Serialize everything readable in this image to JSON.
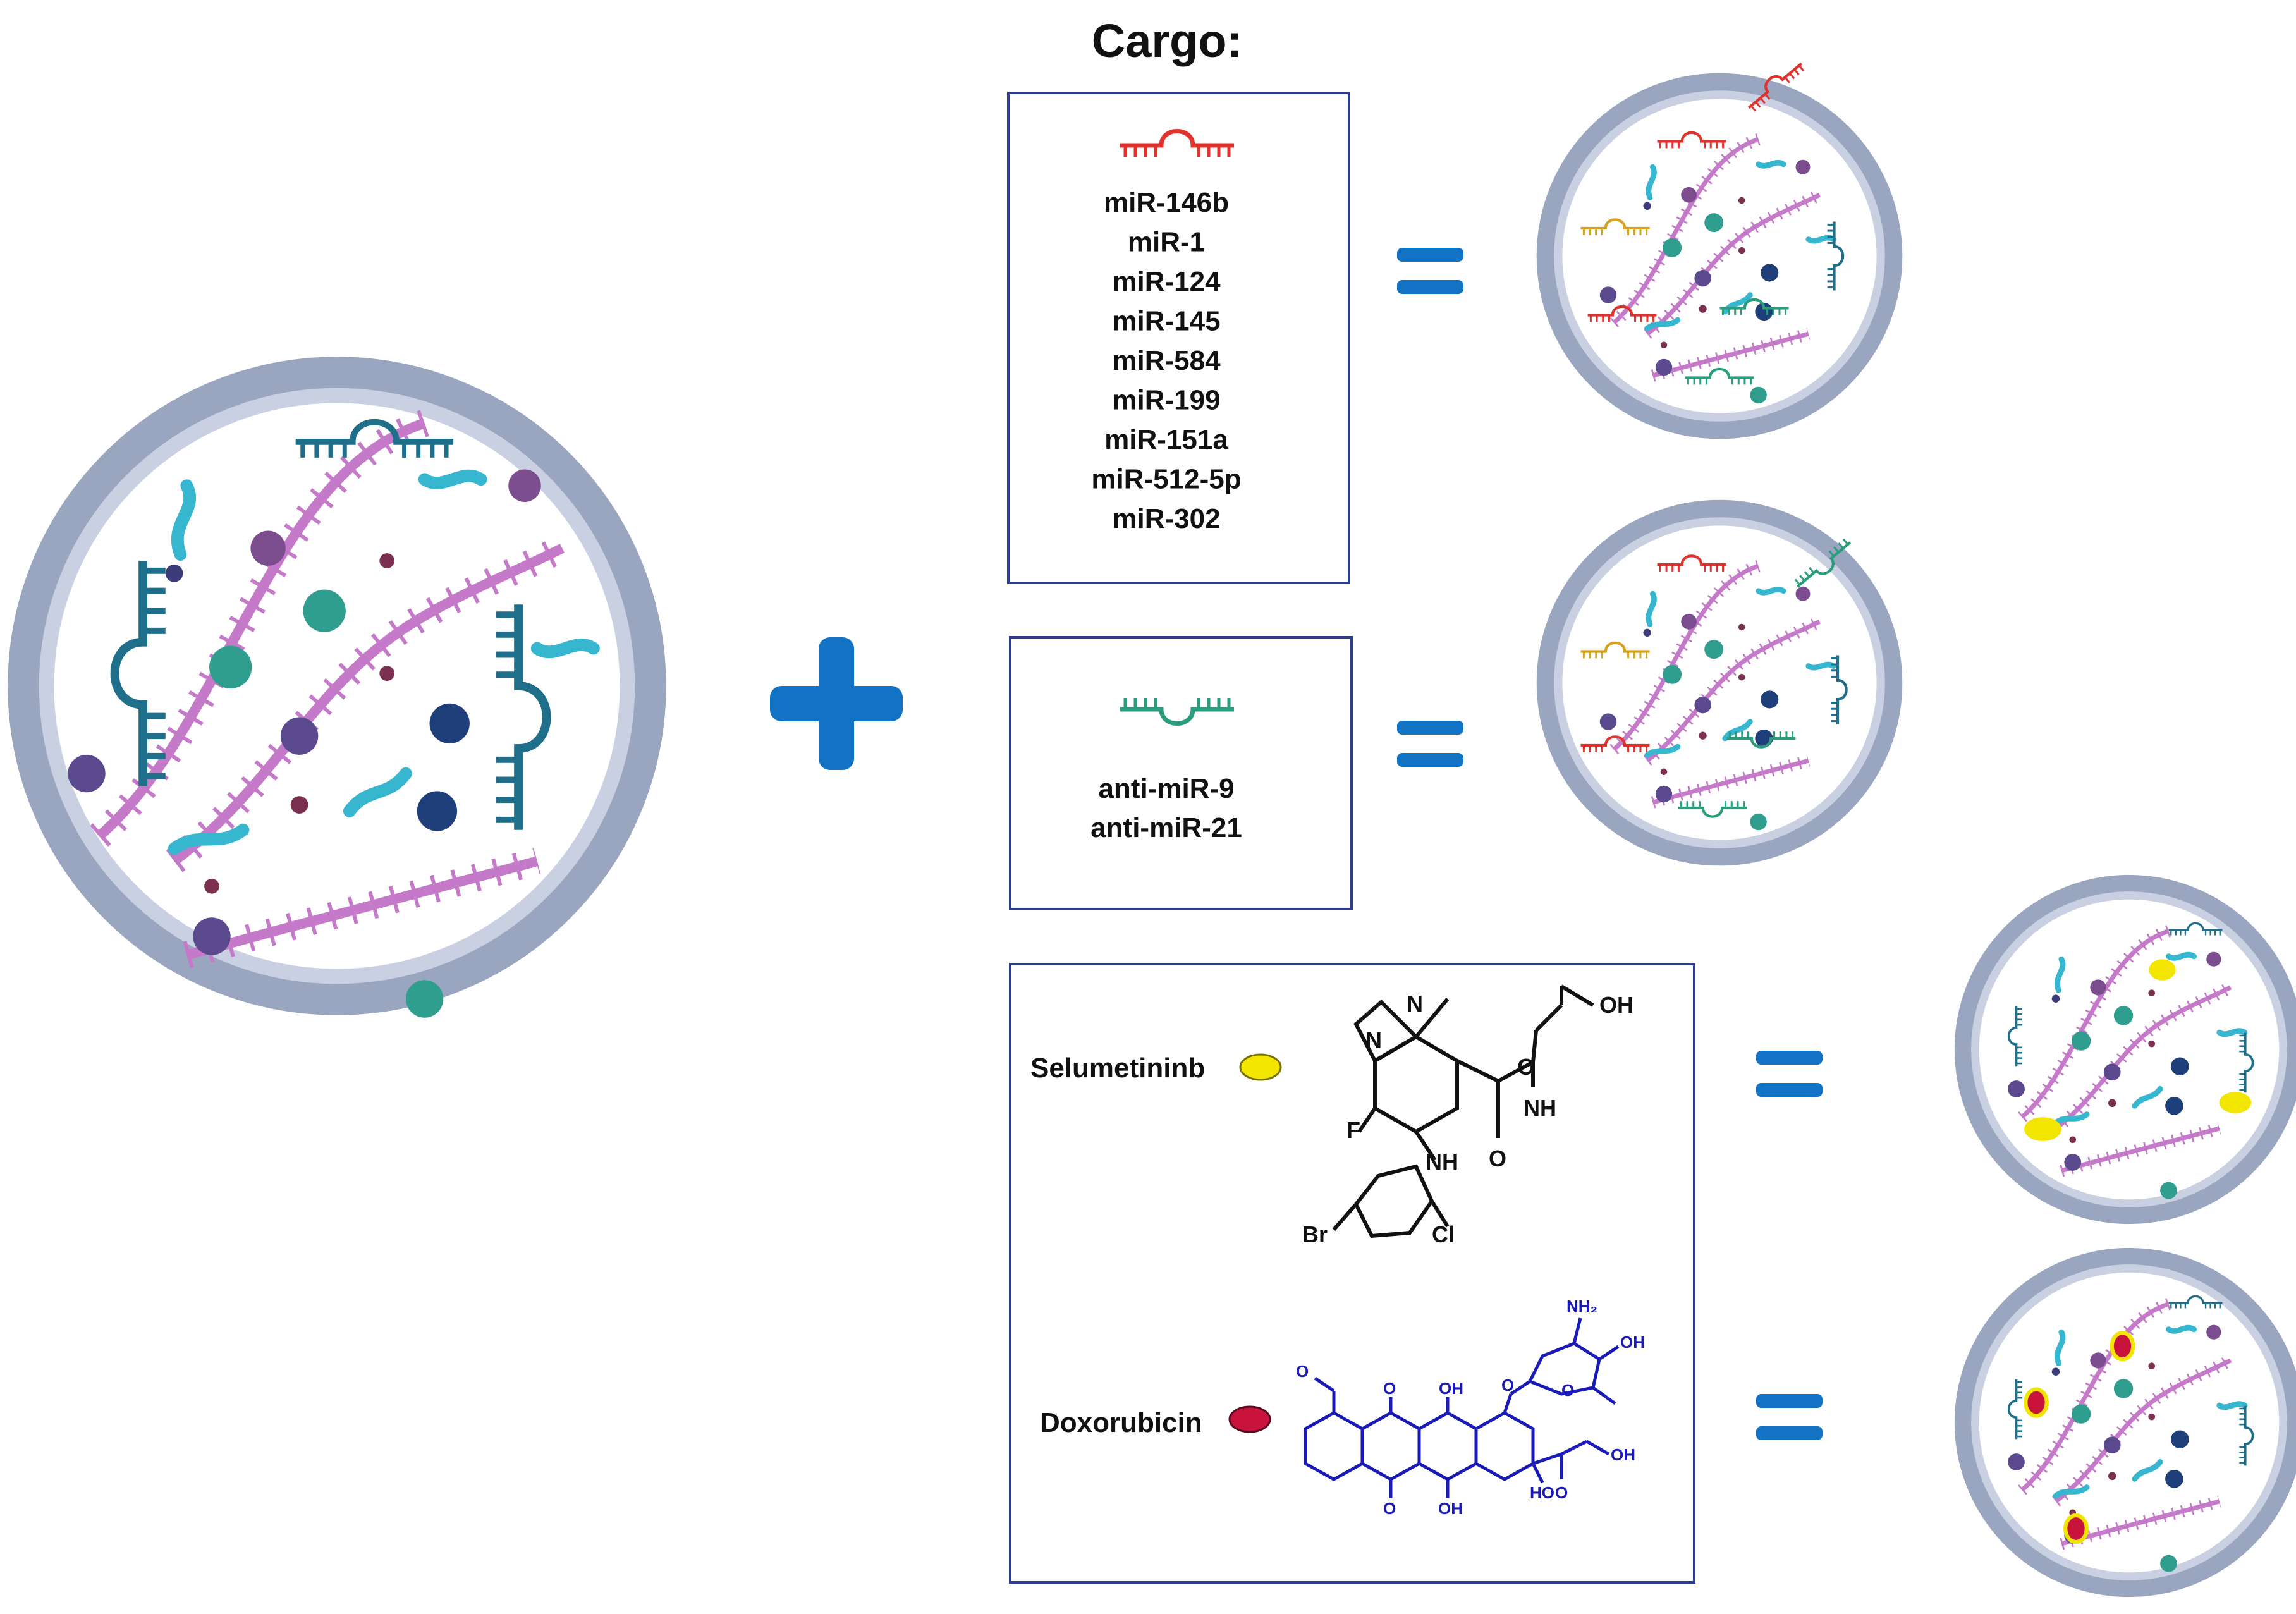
{
  "title": "Cargo:",
  "operator_plus": "+",
  "operator_equals": "=",
  "mirna_box": {
    "items": [
      "miR-146b",
      "miR-1",
      "miR-124",
      "miR-145",
      "miR-584",
      "miR-199",
      "miR-151a",
      "miR-512-5p",
      "miR-302"
    ]
  },
  "antimir_box": {
    "items": [
      "anti-miR-9",
      "anti-miR-21"
    ]
  },
  "drug_box": {
    "selumetinib": {
      "name": "Selumetininb",
      "atoms": [
        "OH",
        "O",
        "NH",
        "N",
        "N",
        "F",
        "NH",
        "O",
        "Br",
        "Cl"
      ]
    },
    "doxorubicin": {
      "name": "Doxorubicin",
      "atoms": [
        "O",
        "O",
        "OH",
        "O",
        "NH₂",
        "OH",
        "O",
        "HO",
        "OH",
        "O",
        "OH",
        "O"
      ]
    }
  },
  "colors": {
    "membrane_outer": "#9aa5c0",
    "membrane_inner": "#c9d0e2",
    "mirna_red": "#e0332e",
    "antimir_green": "#2a9d7c",
    "rna_teal": "#1f6f8b",
    "rna_light": "#37b6cf",
    "rna_purple": "#c47ac9",
    "plus_equals_blue": "#1273c4",
    "selumetinib_yellow": "#f2e600",
    "doxorubicin_red": "#c8143c",
    "doxorubicin_blue": "#1a1ab8",
    "box_border": "#2c3e8c"
  }
}
